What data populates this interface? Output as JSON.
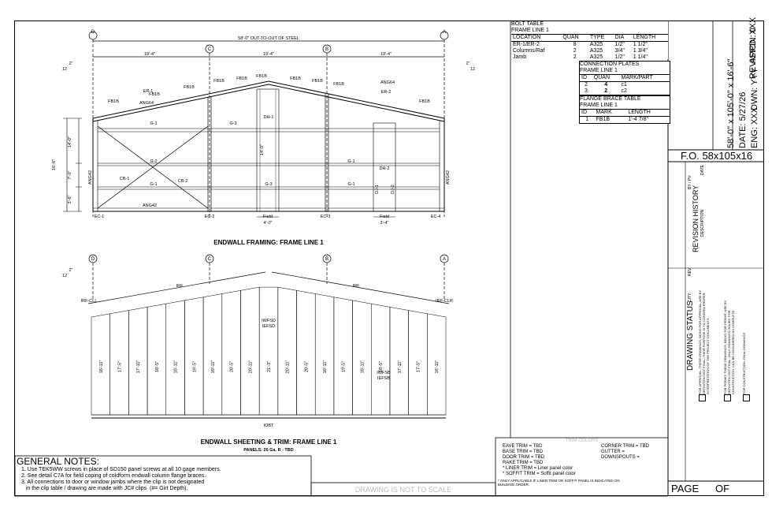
{
  "bolt_table": {
    "title": "BOLT TABLE",
    "subtitle": "FRAME LINE 1",
    "headers": [
      "LOCATION",
      "QUAN",
      "TYPE",
      "DIA",
      "LENGTH"
    ],
    "rows": [
      [
        "ER-1/ER-2",
        "8",
        "A325",
        "1/2\"",
        "1 1/2\""
      ],
      [
        "Columns/Raf",
        "2",
        "A325",
        "3/4\"",
        "1 3/4\""
      ],
      [
        "Jamb",
        "2",
        "A325",
        "1/2\"",
        "1 1/4\""
      ]
    ]
  },
  "connection_plates": {
    "title": "CONNECTION PLATES",
    "subtitle": "FRAME LINE 1",
    "headers": [
      "ID",
      "QUAN",
      "MARK/PART"
    ],
    "rows": [
      [
        "2",
        "4",
        "c1"
      ],
      [
        "3",
        "2",
        "c2"
      ]
    ]
  },
  "flange_brace": {
    "title": "FLANGE BRACE TABLE",
    "subtitle": "FRAME LINE 1",
    "headers": [
      "ID",
      "MARK",
      "LENGTH"
    ],
    "rows": [
      [
        "1",
        "FB1B",
        "1'-4 7/8\""
      ]
    ]
  },
  "title_block": {
    "size": "58'-0\" x 105'-0\" x 16'-6\"",
    "revision": "REVISION: 0",
    "appd": "APPD: XXX",
    "date": "DATE: 5/27/26",
    "dwn": "DWN: YYY",
    "eng": "ENG: XXX",
    "fo": "F.O. 58x105x16",
    "rev_history": "REVISION HISTORY",
    "description": "DESCRIPTION",
    "date_label": "DATE",
    "by": "BY / PV:",
    "rev": "REV",
    "city": "CITY:",
    "drawing_status": "DRAWING STATUS",
    "status_approval": "FOR APPROVAL: THESE DRAWINGS, BEING FOR APPROVAL, ARE BY DEFINITION NOT FINAL. THEIR PURPOSE IS TO CONFIRM PROPER INTERPRETATION OF THE PROJECT DOCUMENTS.",
    "status_permit": "FOR PERMIT: THESE DRAWINGS, BEING FOR PERMIT, ARE BY DEFINITION NOT FINAL. ONLY DRAWINGS ISSUED 'FOR CONSTRUCTION' CAN BE CONSIDERED AS COMPLETE.",
    "status_construction": "FOR CONSTRUCTION: FINAL DRAWINGS",
    "page": "PAGE",
    "of": "OF"
  },
  "framing": {
    "title": "ENDWALL FRAMING: FRAME LINE 1",
    "gridlines": [
      "D",
      "C",
      "B",
      "A"
    ],
    "overall_dim": "58'-0\"  OUT-TO-OUT OF STEEL",
    "bay_dims": [
      "19'-4\"",
      "19'-4\"",
      "19'-4\""
    ],
    "pitch": "2\"",
    "pitch_run": "12",
    "height_dims": [
      "14'-0\"",
      "7'-0\"",
      "16'-6\"",
      "3'-6\""
    ],
    "columns": [
      "EC-1",
      "EC-2",
      "EC-3",
      "EC-4"
    ],
    "girts": [
      "G-1",
      "G-3",
      "G-2",
      "G-1",
      "G-1",
      "G-1",
      "G-3"
    ],
    "labels": [
      "ANG64",
      "ANG64",
      "ER-1",
      "ER-2",
      "FB1B",
      "FB1B",
      "FB1B",
      "FB1B",
      "FB1B",
      "FB1B",
      "FB1B",
      "FB1B",
      "FB1B",
      "FB1B",
      "CB-1",
      "CB-2",
      "ANG42",
      "ANG42",
      "ANG42",
      "DH-1",
      "DH-2",
      "DJ-1",
      "DJ-2",
      "Field",
      "4'-0\"",
      "Field",
      "3'-4\""
    ]
  },
  "sheeting": {
    "title": "ENDWALL SHEETING & TRIM: FRAME LINE 1",
    "subtitle": "PANELS: 26 Ga. R - TBD",
    "trims": [
      "IRF",
      "IRF",
      "IRF-CLL",
      "IRF-CLR",
      "IOBT",
      "IWFSD",
      "IEFSD",
      "IWFSB",
      "IEFSB"
    ],
    "panel_lengths": [
      "16'-11\"",
      "17'-5\"",
      "17'-11\"",
      "18'-5\"",
      "18'-11\"",
      "19'-5\"",
      "19'-11\"",
      "20'-5\"",
      "20'-11\"",
      "21'-3\"",
      "20'-11\"",
      "20'-5\"",
      "19'-11\"",
      "19'-5\"",
      "18'-11\"",
      "18'-5\"",
      "17'-11\"",
      "17'-5\"",
      "16'-11\""
    ]
  },
  "trim_colors": {
    "title": "TRIM COLORS",
    "left": [
      "EAVE TRIM   = TBD",
      "BASE TRIM   = TBD",
      "DOOR TRIM   = TBD",
      "RAKE TRIM   = TBD",
      "* LINER TRIM   = Liner panel color",
      "* SOFFIT TRIM   = Soffit panel color"
    ],
    "right": [
      "CORNER TRIM   = TBD",
      "GUTTER   =",
      "DOWNSPOUTS   ="
    ],
    "footnote": "* ONLY APPLICABLE IF LINER TRIM OR SOFFIT PANEL IS INDICATED ON BUILDING ORDER."
  },
  "general_notes": {
    "title": "GENERAL NOTES:",
    "items": [
      "1. Use TEK5WW screws in place of SD150 panel screws at all 10 gage members.",
      "2. See detail C7A for field coping of coldform endwall column flange braces.",
      "3. All connections to door or window jambs where the clip is not designated",
      "   in the clip table / drawing are made with JC# clips  (#= Girt Depth)."
    ]
  },
  "not_to_scale": "DRAWING IS NOT TO SCALE"
}
